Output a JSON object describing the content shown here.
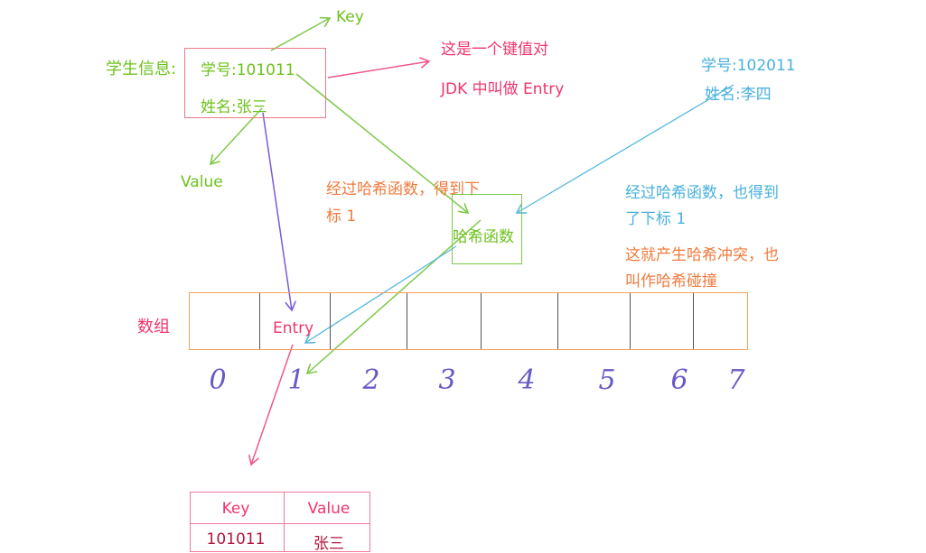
{
  "student": {
    "label": "学生信息:",
    "id_line": "学号:101011",
    "name_line": "姓名:张三"
  },
  "annotations": {
    "key": "Key",
    "value": "Value",
    "kv_pair": "这是一个键值对",
    "jdk_entry": "JDK 中叫做 Entry",
    "hash_result_line1": "经过哈希函数，得到下",
    "hash_result_line2": "标 1",
    "hash_box": "哈希函数"
  },
  "student2": {
    "id_line": "学号:102011",
    "name_line": "姓名:李四",
    "note_line1": "经过哈希函数，也得到",
    "note_line2": "了下标 1",
    "collision_line1": "这就产生哈希冲突，也",
    "collision_line2": "叫作哈希碰撞"
  },
  "array": {
    "label": "数组",
    "entry_label": "Entry",
    "indices": [
      "0",
      "1",
      "2",
      "3",
      "4",
      "5",
      "6",
      "7"
    ]
  },
  "entry_table": {
    "headers": [
      "Key",
      "Value"
    ],
    "row": [
      "101011",
      "张三"
    ]
  },
  "colors": {
    "green": "#6cc21c",
    "pink": "#f0356e",
    "orange": "#ef7a3d",
    "blue": "#48b0dd",
    "violet": "#6b5ccf"
  }
}
